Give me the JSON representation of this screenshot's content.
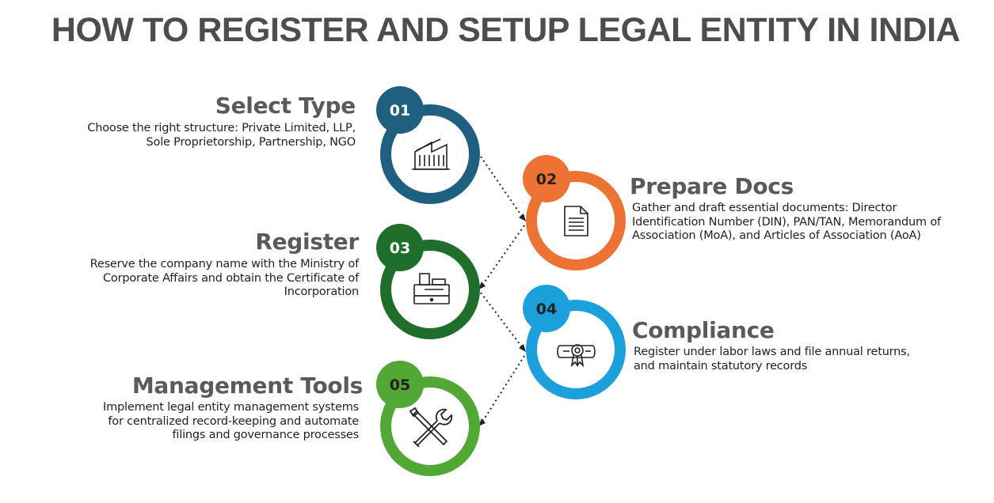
{
  "title": "HOW TO REGISTER AND SETUP LEGAL ENTITY IN INDIA",
  "steps": [
    {
      "number": "01",
      "title": "Select Type",
      "description": "Choose the right structure: Private Limited, LLP, Sole Proprietorship, Partnership, NGO",
      "color": "#1f5f80",
      "icon": "building-icon"
    },
    {
      "number": "02",
      "title": "Prepare Docs",
      "description": "Gather and draft essential documents: Director Identification Number (DIN), PAN/TAN, Memorandum of Association (MoA), and Articles of Association (AoA)",
      "color": "#ec7333",
      "icon": "document-icon"
    },
    {
      "number": "03",
      "title": "Register",
      "description": "Reserve the company name with the Ministry of Corporate Affairs and obtain the Certificate of Incorporation",
      "color": "#1f6e2c",
      "icon": "cash-register-icon"
    },
    {
      "number": "04",
      "title": "Compliance",
      "description": "Register under labor laws and file annual returns, and maintain statutory records",
      "color": "#1ba0dc",
      "icon": "certificate-icon"
    },
    {
      "number": "05",
      "title": "Management Tools",
      "description": "Implement legal entity management systems for centralized record-keeping and automate filings and governance processes",
      "color": "#52a834",
      "icon": "tools-icon"
    }
  ]
}
